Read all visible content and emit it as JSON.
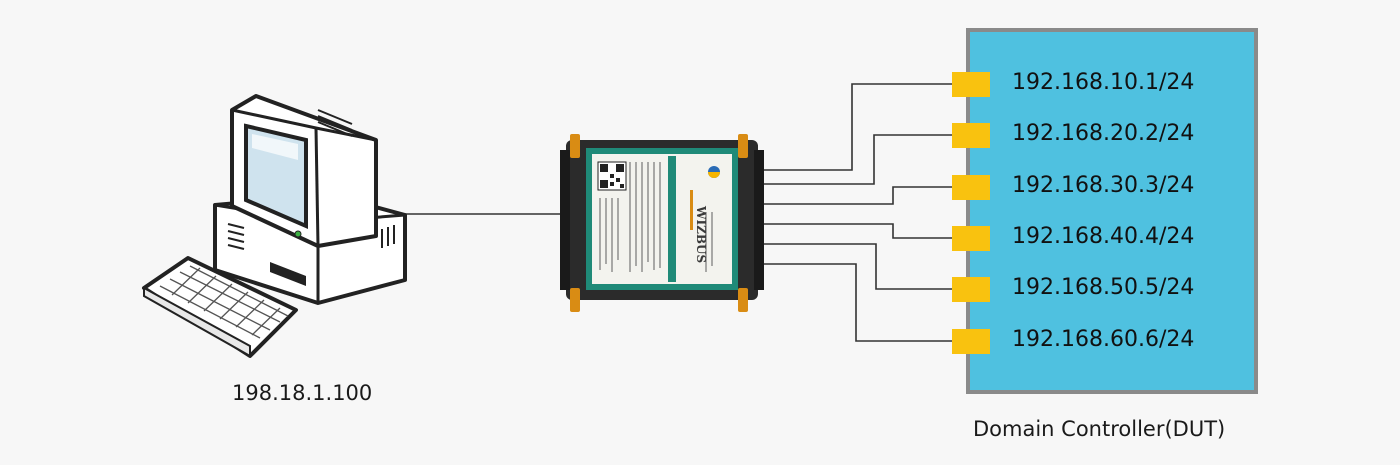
{
  "pc": {
    "ip": "198.18.1.100"
  },
  "dut": {
    "name": "Domain Controller(DUT)",
    "color": "#4fc1e0",
    "border_color": "#8a8a8a",
    "port_color": "#f9c20f",
    "ports": [
      "192.168.10.1/24",
      "192.168.20.2/24",
      "192.168.30.3/24",
      "192.168.40.4/24",
      "192.168.50.5/24",
      "192.168.60.6/24"
    ]
  },
  "switch": {
    "brand": "WIZBUS",
    "body_color": "#2b2b2b",
    "panel_color": "#1f8a78",
    "clip_color": "#d98c14"
  },
  "cable_color": "#333333"
}
